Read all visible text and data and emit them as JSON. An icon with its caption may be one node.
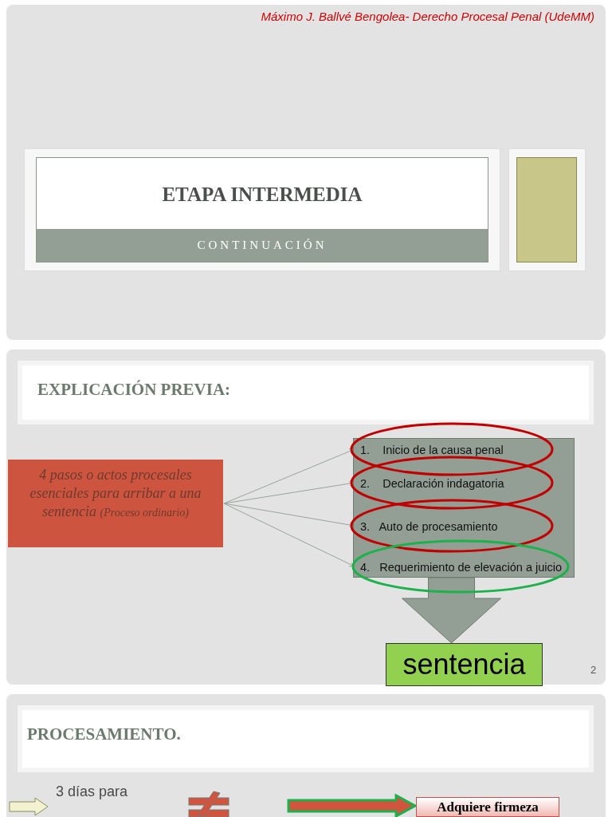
{
  "diagram": {
    "nodes": [
      {
        "text": [
          "ETAPA INTERMEDIA",
          "CONTINUACIÓN"
        ]
      },
      {
        "text": [],
        "shape": "box"
      },
      {
        "text": [
          "EXPLICACIÓN PREVIA:"
        ]
      },
      {
        "text": [
          "4 pasos o actos procesales esenciales para arribar a una sentencia",
          "(Proceso ordinario)"
        ]
      },
      {
        "text": [],
        "shape": "box"
      },
      {
        "text": [
          "1.    Inicio de la causa penal"
        ],
        "in": 4
      },
      {
        "text": [
          "2.    Declaración indagatoria"
        ],
        "in": 4
      },
      {
        "text": [
          "3.   Auto de procesamiento"
        ],
        "in": 4
      },
      {
        "text": [
          "4.   Requerimiento de elevación a juicio"
        ],
        "in": 4
      },
      {
        "text": [
          "sentencia"
        ]
      },
      {
        "text": [
          "PROCESAMIENTO."
        ]
      },
      {
        "text": [
          "3 días para"
        ]
      },
      {
        "text": [
          "Adquiere firmeza"
        ]
      }
    ],
    "edges": [
      {
        "from": 3,
        "to": 5,
        "arrow": "to"
      },
      {
        "from": 3,
        "to": 6,
        "arrow": "to"
      },
      {
        "from": 3,
        "to": 7,
        "arrow": "to"
      },
      {
        "from": 3,
        "to": 8,
        "arrow": "to"
      },
      {
        "from": 4,
        "to": 9,
        "arrow": "to",
        "style": "thick",
        "color": "#939f94"
      },
      {
        "from": null,
        "to": 11,
        "arrow": "to",
        "style": "thick",
        "color": "#f2f2d0"
      },
      {
        "from": null,
        "to": 12,
        "arrow": "to",
        "style": "thick",
        "color": "#d0543e"
      }
    ],
    "labels": [
      "Máximo J. Ballvé Bengolea- Derecho Procesal Penal (UdeMM)",
      "2"
    ]
  }
}
